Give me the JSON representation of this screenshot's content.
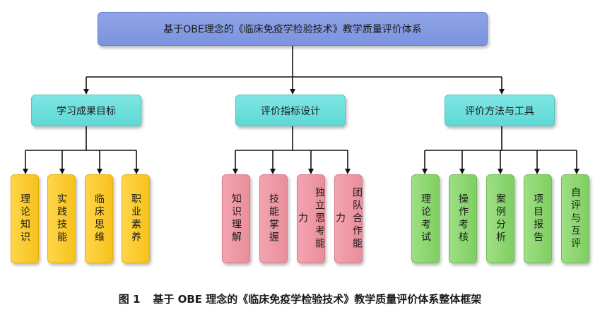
{
  "root": {
    "label": "基于OBE理念的《临床免疫学检验技术》教学质量评价体系"
  },
  "categories": [
    {
      "label": "学习成果目标",
      "color": "#68dcd9",
      "children": [
        "理论知识",
        "实践技能",
        "临床思维",
        "职业素养"
      ],
      "child_color": "#fbcb2f"
    },
    {
      "label": "评价指标设计",
      "color": "#68dcd9",
      "children": [
        "知识理解",
        "技能掌握",
        "独立思考能力",
        "团队合作能力"
      ],
      "child_color": "#ee99a6"
    },
    {
      "label": "评价方法与工具",
      "color": "#68dcd9",
      "children": [
        "理论考试",
        "操作考核",
        "案例分析",
        "项目报告",
        "自评与互评"
      ],
      "child_color": "#8fd872"
    }
  ],
  "root_color": "#8299e1",
  "caption": {
    "figure_number": "图 1",
    "text": "基于 OBE 理念的《临床免疫学检验技术》教学质量评价体系整体框架"
  }
}
